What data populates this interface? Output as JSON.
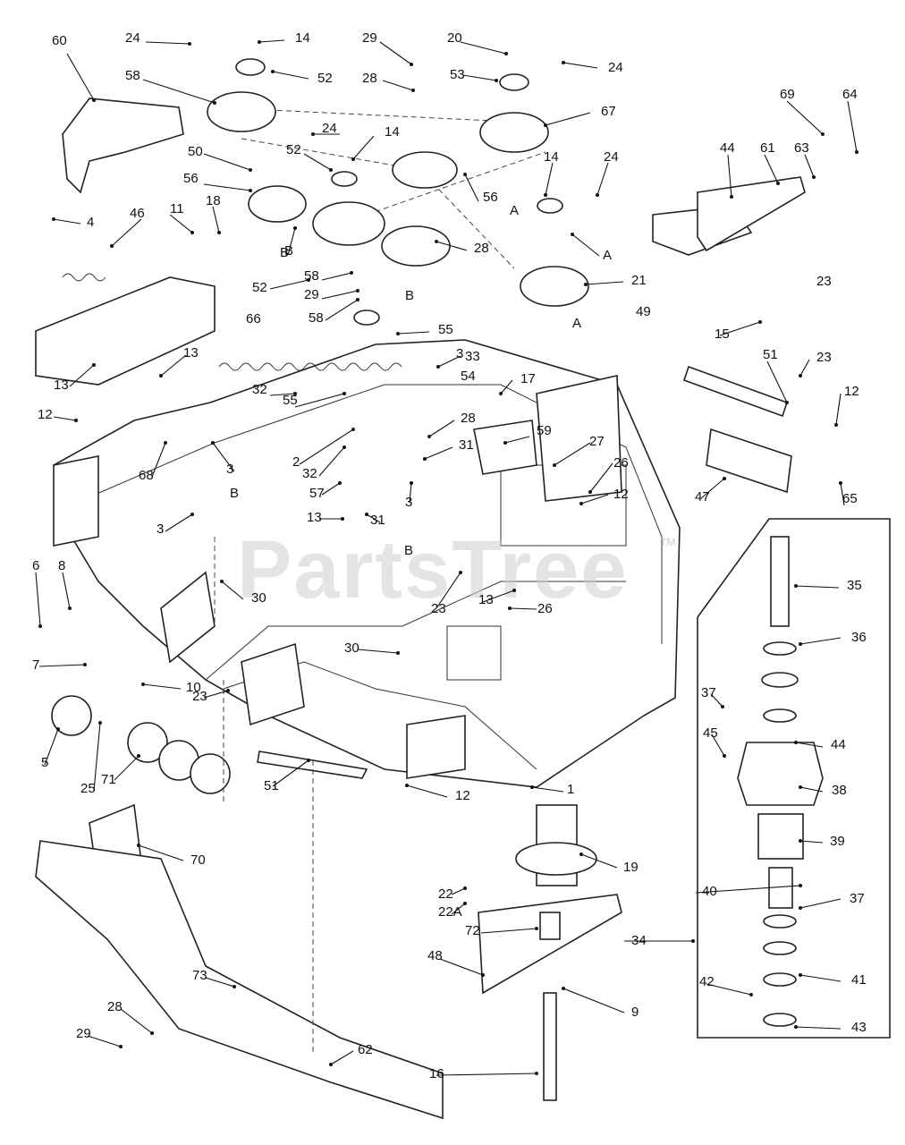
{
  "watermark": {
    "text": "PartsTree",
    "trademark": "TM"
  },
  "assembly_letters": [
    "A",
    "A",
    "B",
    "B",
    "B",
    "B"
  ],
  "callouts": [
    "60",
    "24",
    "14",
    "52",
    "29",
    "28",
    "20",
    "53",
    "24",
    "58",
    "67",
    "50",
    "24",
    "14",
    "52",
    "56",
    "14",
    "24",
    "44",
    "61",
    "63",
    "69",
    "64",
    "4",
    "46",
    "11",
    "18",
    "56",
    "B",
    "28",
    "A",
    "52",
    "58",
    "29",
    "21",
    "58",
    "55",
    "33",
    "23",
    "49",
    "66",
    "3",
    "54",
    "17",
    "13",
    "13",
    "32",
    "55",
    "28",
    "31",
    "59",
    "12",
    "68",
    "2",
    "32",
    "27",
    "26",
    "12",
    "3",
    "57",
    "3",
    "51",
    "47",
    "3",
    "13",
    "31",
    "65",
    "15",
    "23",
    "12",
    "6",
    "8",
    "30",
    "23",
    "13",
    "26",
    "35",
    "7",
    "10",
    "30",
    "36",
    "5",
    "25",
    "71",
    "23",
    "51",
    "12",
    "37",
    "44",
    "45",
    "38",
    "39",
    "70",
    "19",
    "22",
    "22A",
    "40",
    "72",
    "34",
    "37",
    "48",
    "9",
    "41",
    "42",
    "43",
    "73",
    "28",
    "29",
    "62",
    "16",
    "1"
  ],
  "colors": {
    "line": "#222222",
    "watermark": "#cfcfcf",
    "background": "#ffffff"
  }
}
